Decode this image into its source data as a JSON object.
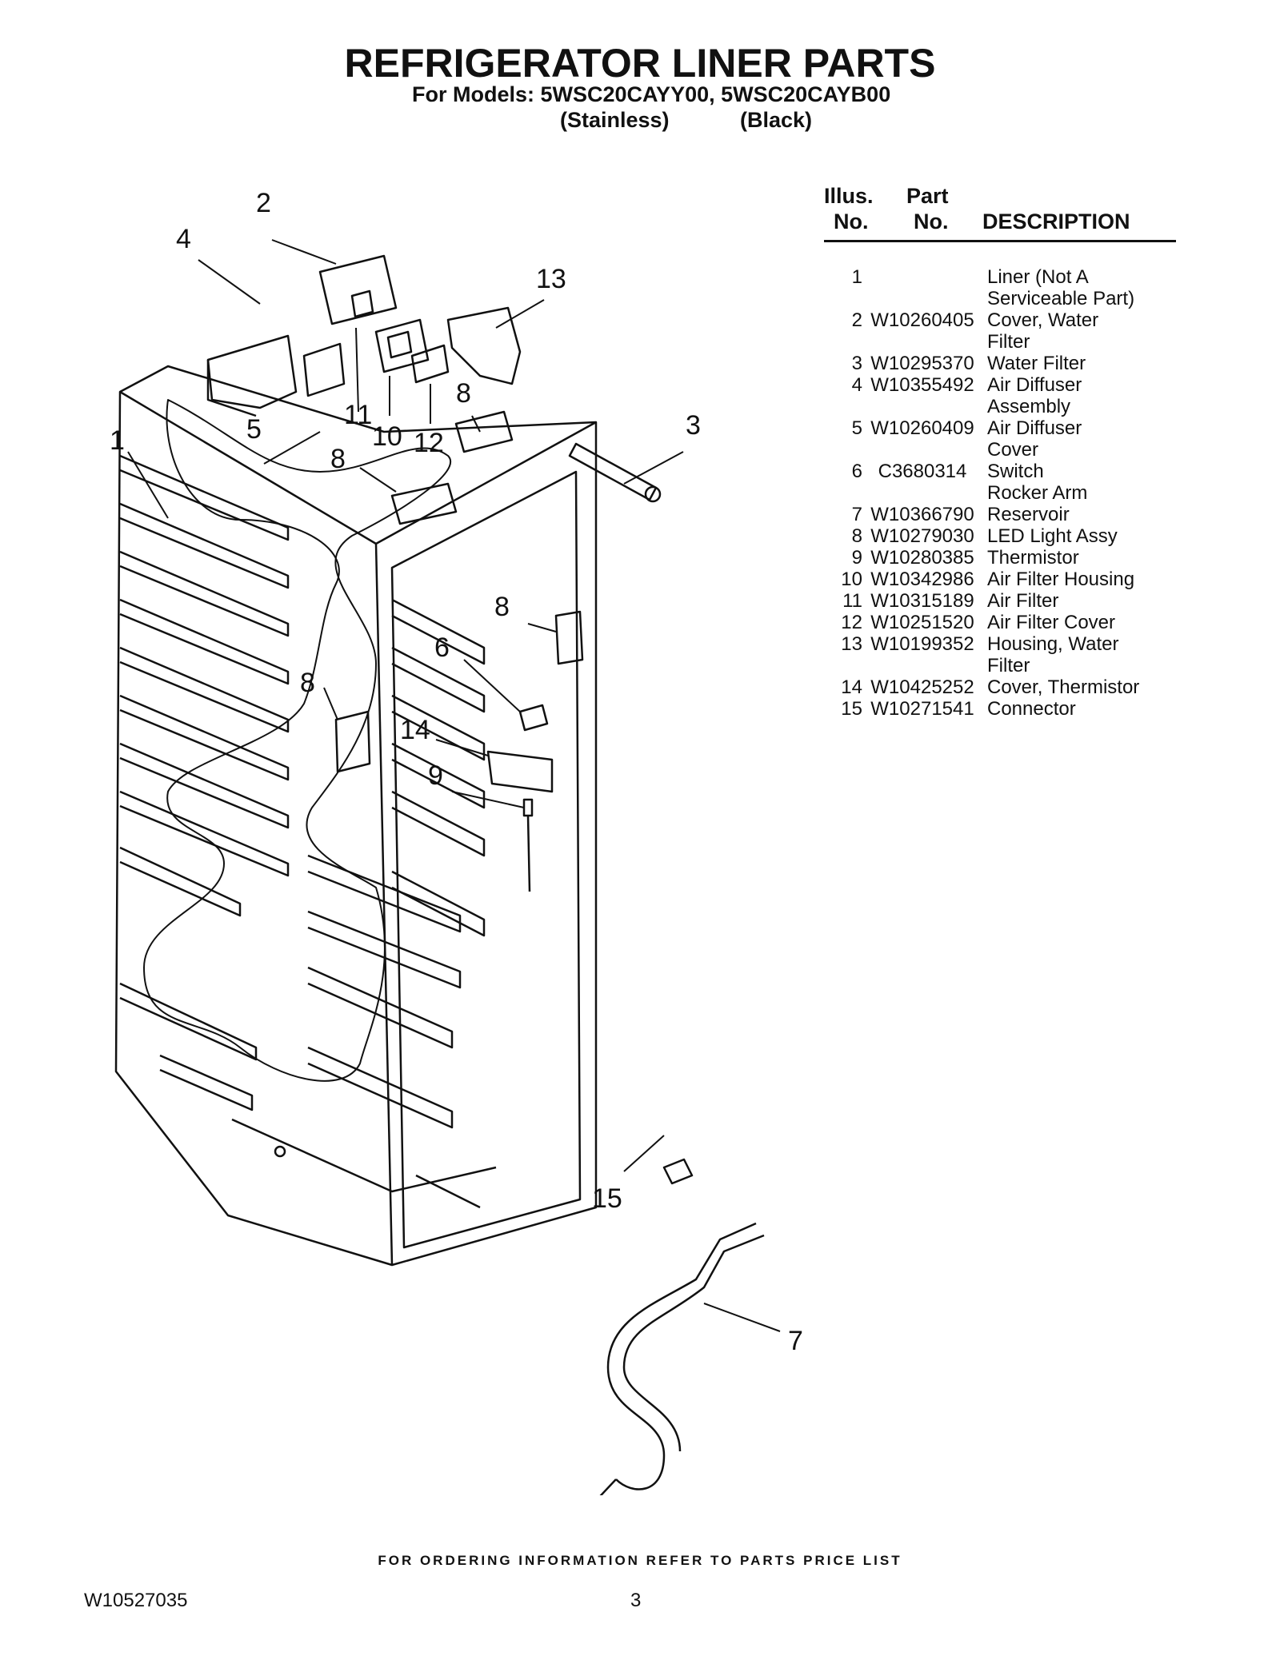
{
  "header": {
    "title": "REFRIGERATOR LINER PARTS",
    "models": "For Models: 5WSC20CAYY00, 5WSC20CAYB00",
    "variant_1": "(Stainless)",
    "variant_2": "(Black)"
  },
  "table": {
    "col_illus_1": "Illus.",
    "col_illus_2": "No.",
    "col_part_1": "Part",
    "col_part_2": "No.",
    "col_desc": "DESCRIPTION",
    "rows": [
      {
        "no": "1",
        "part": "",
        "desc": [
          "Liner (Not A",
          "Serviceable Part)"
        ]
      },
      {
        "no": "2",
        "part": "W10260405",
        "desc": [
          "Cover, Water",
          "Filter"
        ]
      },
      {
        "no": "3",
        "part": "W10295370",
        "desc": [
          "Water Filter"
        ]
      },
      {
        "no": "4",
        "part": "W10355492",
        "desc": [
          "Air Diffuser",
          "Assembly"
        ]
      },
      {
        "no": "5",
        "part": "W10260409",
        "desc": [
          "Air Diffuser",
          "Cover"
        ]
      },
      {
        "no": "6",
        "part": "C3680314",
        "desc": [
          "Switch",
          "Rocker Arm"
        ]
      },
      {
        "no": "7",
        "part": "W10366790",
        "desc": [
          "Reservoir"
        ]
      },
      {
        "no": "8",
        "part": "W10279030",
        "desc": [
          "LED Light Assy"
        ]
      },
      {
        "no": "9",
        "part": "W10280385",
        "desc": [
          "Thermistor"
        ]
      },
      {
        "no": "10",
        "part": "W10342986",
        "desc": [
          "Air Filter Housing"
        ]
      },
      {
        "no": "11",
        "part": "W10315189",
        "desc": [
          "Air Filter"
        ]
      },
      {
        "no": "12",
        "part": "W10251520",
        "desc": [
          "Air Filter Cover"
        ]
      },
      {
        "no": "13",
        "part": "W10199352",
        "desc": [
          "Housing, Water",
          "Filter"
        ]
      },
      {
        "no": "14",
        "part": "W10425252",
        "desc": [
          "Cover, Thermistor"
        ]
      },
      {
        "no": "15",
        "part": "W10271541",
        "desc": [
          "Connector"
        ]
      }
    ]
  },
  "callouts": {
    "c1": "1",
    "c2": "2",
    "c3": "3",
    "c4": "4",
    "c5": "5",
    "c6": "6",
    "c7": "7",
    "c8a": "8",
    "c8b": "8",
    "c8c": "8",
    "c8d": "8",
    "c9": "9",
    "c10": "10",
    "c11": "11",
    "c12": "12",
    "c13": "13",
    "c14": "14",
    "c15": "15"
  },
  "footer": {
    "note": "FOR ORDERING INFORMATION REFER TO PARTS PRICE LIST",
    "doc_number": "W10527035",
    "page": "3"
  }
}
